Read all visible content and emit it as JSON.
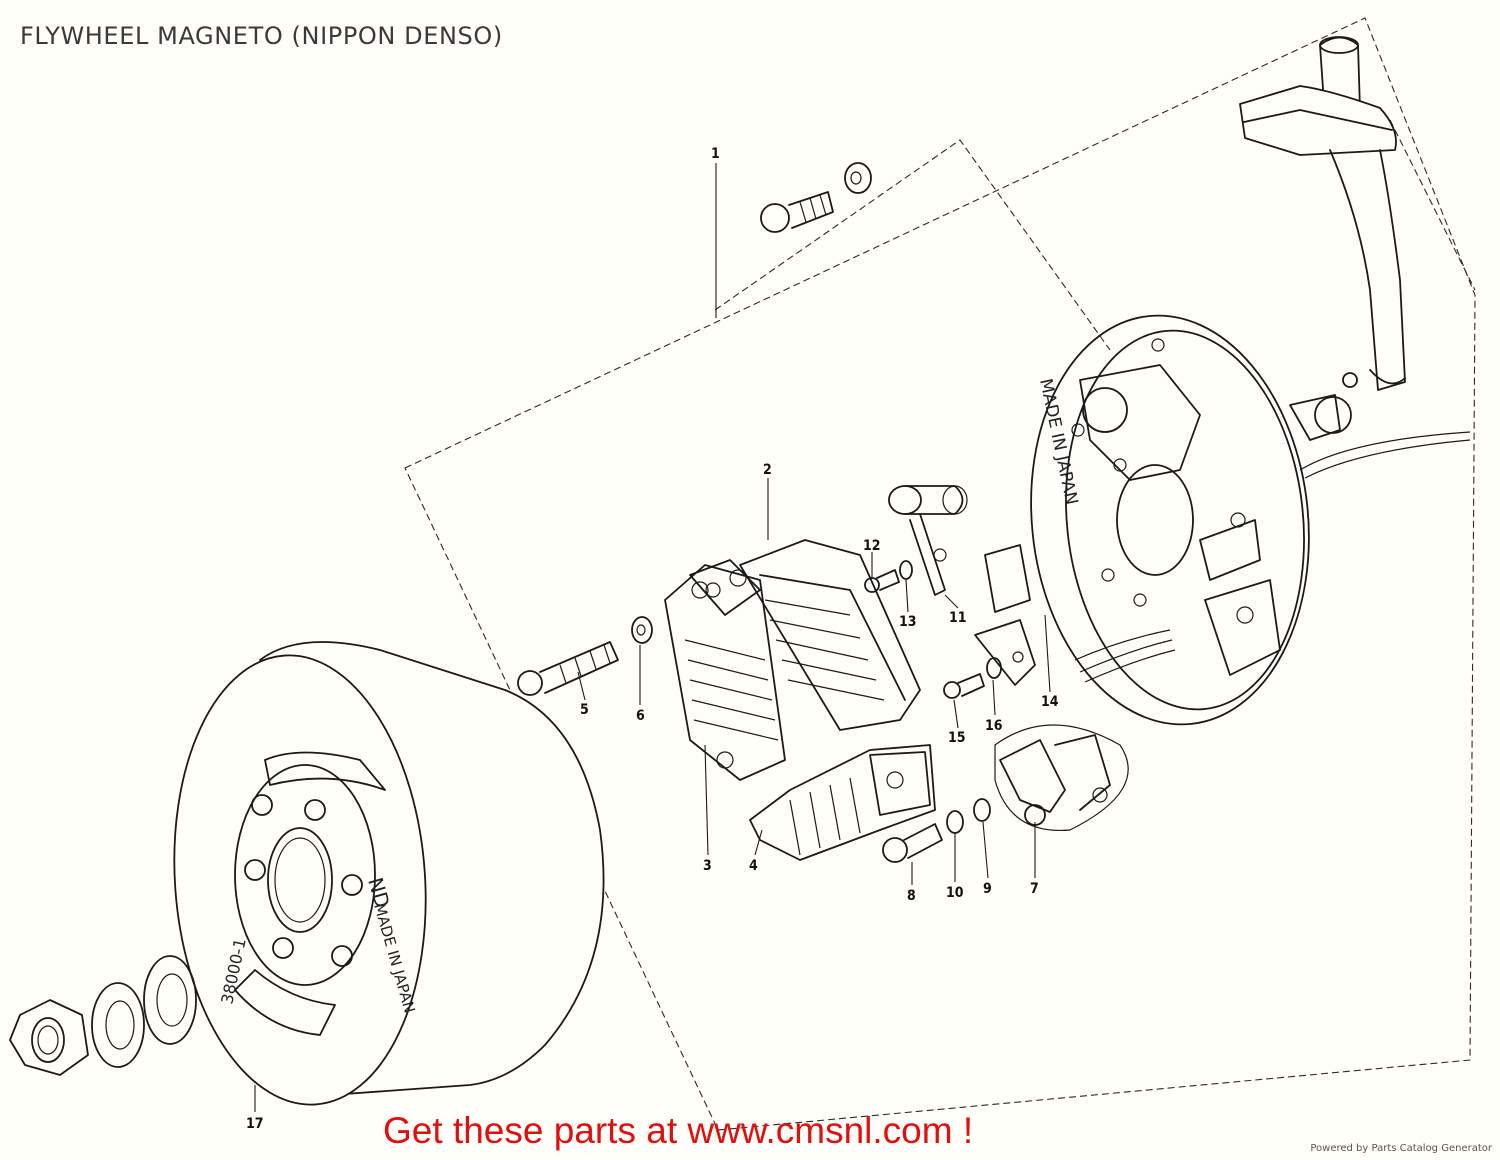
{
  "diagram": {
    "title": "FLYWHEEL MAGNETO (NIPPON DENSO)",
    "callouts": [
      "1",
      "2",
      "3",
      "4",
      "5",
      "6",
      "7",
      "8",
      "9",
      "10",
      "11",
      "12",
      "13",
      "14",
      "15",
      "16",
      "17"
    ],
    "embossed_text": {
      "stator_plate": "MADE IN JAPAN",
      "rotor_brand": "ND",
      "rotor_made": "MADE IN JAPAN",
      "rotor_number": "38000-1"
    }
  },
  "footer": {
    "cta": "Get these parts at www.cmsnl.com !",
    "powered_by": "Powered by Parts Catalog Generator"
  }
}
